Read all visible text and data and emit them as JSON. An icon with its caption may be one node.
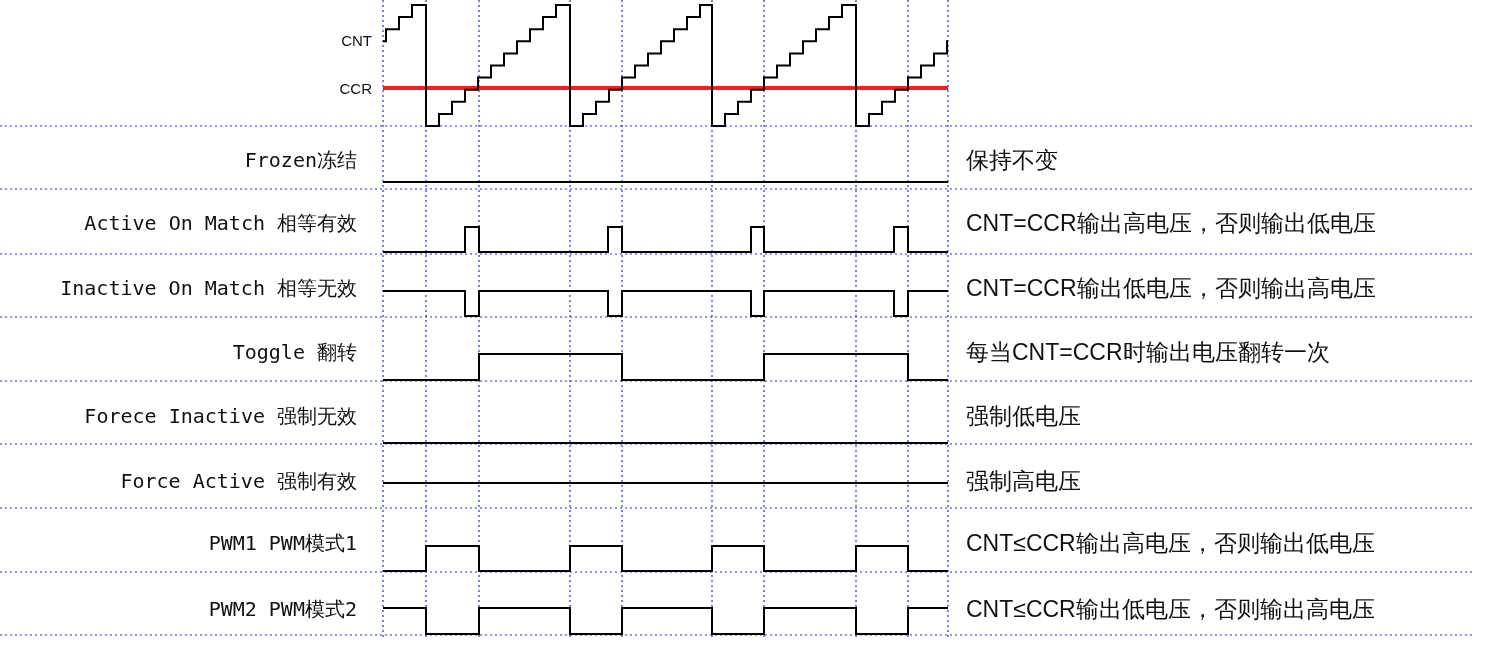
{
  "diagram": {
    "labels": [
      "CNT",
      "CCR",
      "Frozen冻结",
      "保持不变",
      "Active On Match 相等有效",
      "CNT=CCR输出高电压，否则输出低电压",
      "Inactive On Match 相等无效",
      "CNT=CCR输出低电压，否则输出高电压",
      "Toggle 翻转",
      "每当CNT=CCR时输出电压翻转一次",
      "Forece Inactive 强制无效",
      "强制低电压",
      "Force Active 强制有效",
      "强制高电压",
      "PWM1 PWM模式1",
      "CNT≤CCR输出高电压，否则输出低电压",
      "PWM2 PWM模式2",
      "CNT≤CCR输出低电压，否则输出高电压"
    ]
  }
}
